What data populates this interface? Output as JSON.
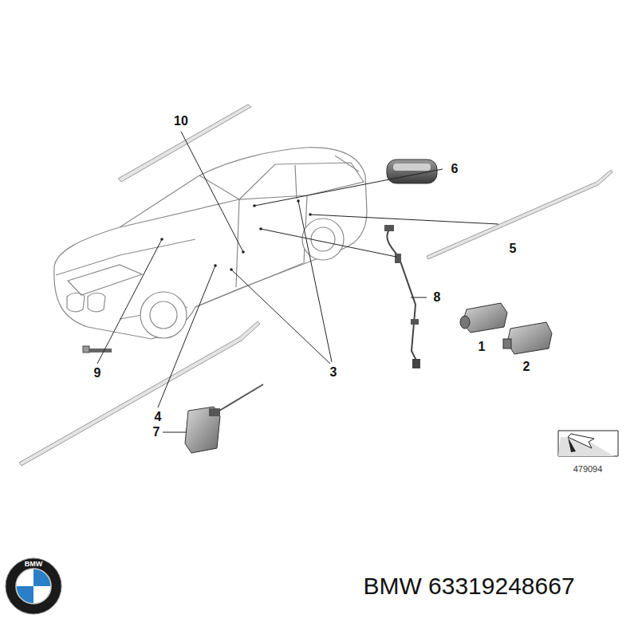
{
  "diagram": {
    "labels": [
      "10",
      "6",
      "5",
      "8",
      "1",
      "2",
      "3",
      "9",
      "4",
      "7",
      "479094",
      "BMW",
      "BMW 63319248667"
    ]
  }
}
